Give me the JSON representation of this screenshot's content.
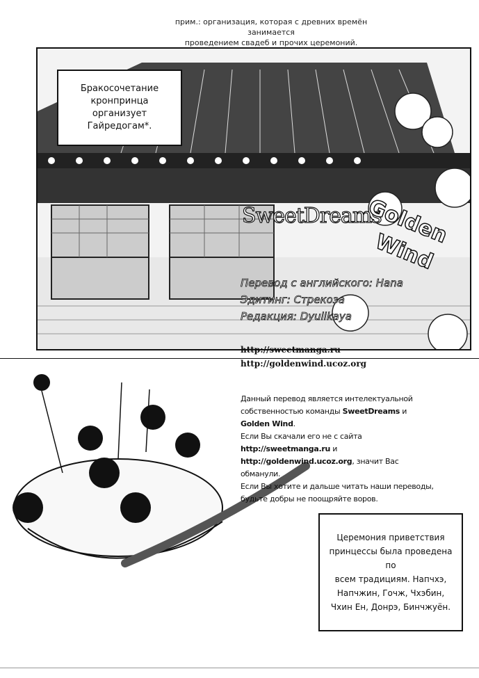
{
  "note": {
    "line1": "прим.: организация, которая с древних времён занимается",
    "line2": "проведением свадеб и прочих церемоний."
  },
  "caption": {
    "line1": "Бракосочетание",
    "line2": "кронпринца организует",
    "line3": "Гайредогам*."
  },
  "logos": {
    "sweet_dreams": "SweetDreams",
    "golden": "Golden",
    "wind": "Wind"
  },
  "credits": {
    "translation": "Перевод с английского: Hana",
    "editing": "Эдитинг: Стрекоза",
    "redaction": "Редакция: Dyulikaya"
  },
  "urls": {
    "site1": "http://sweetmanga.ru",
    "site2": "http://goldenwind.ucoz.org"
  },
  "copyright": {
    "p1_start": "Данный перевод является интелектуальной собственностью команды ",
    "team1": "SweetDreams",
    "p1_mid": " и ",
    "team2": "Golden Wind",
    "p1_end": ".",
    "p2_start": "Если Вы скачали его не с сайта",
    "p2_url1": "http://sweetmanga.ru",
    "p2_and": " и",
    "p2_url2": "http://goldenwind.ucoz.org",
    "p2_end": ", значит Вас обманули.",
    "p3": "Если Вы хотите и дальше читать наши переводы, будьте добры не поощряйте воров."
  },
  "bottom_caption": {
    "line1": "Церемония приветствия",
    "line2": "принцессы была проведена по",
    "line3": "всем традициям. Напчхэ,",
    "line4": "Напчжин, Гочж, Чхэбин,",
    "line5": "Чхин Ен, Донрэ, Бинчжуён."
  }
}
